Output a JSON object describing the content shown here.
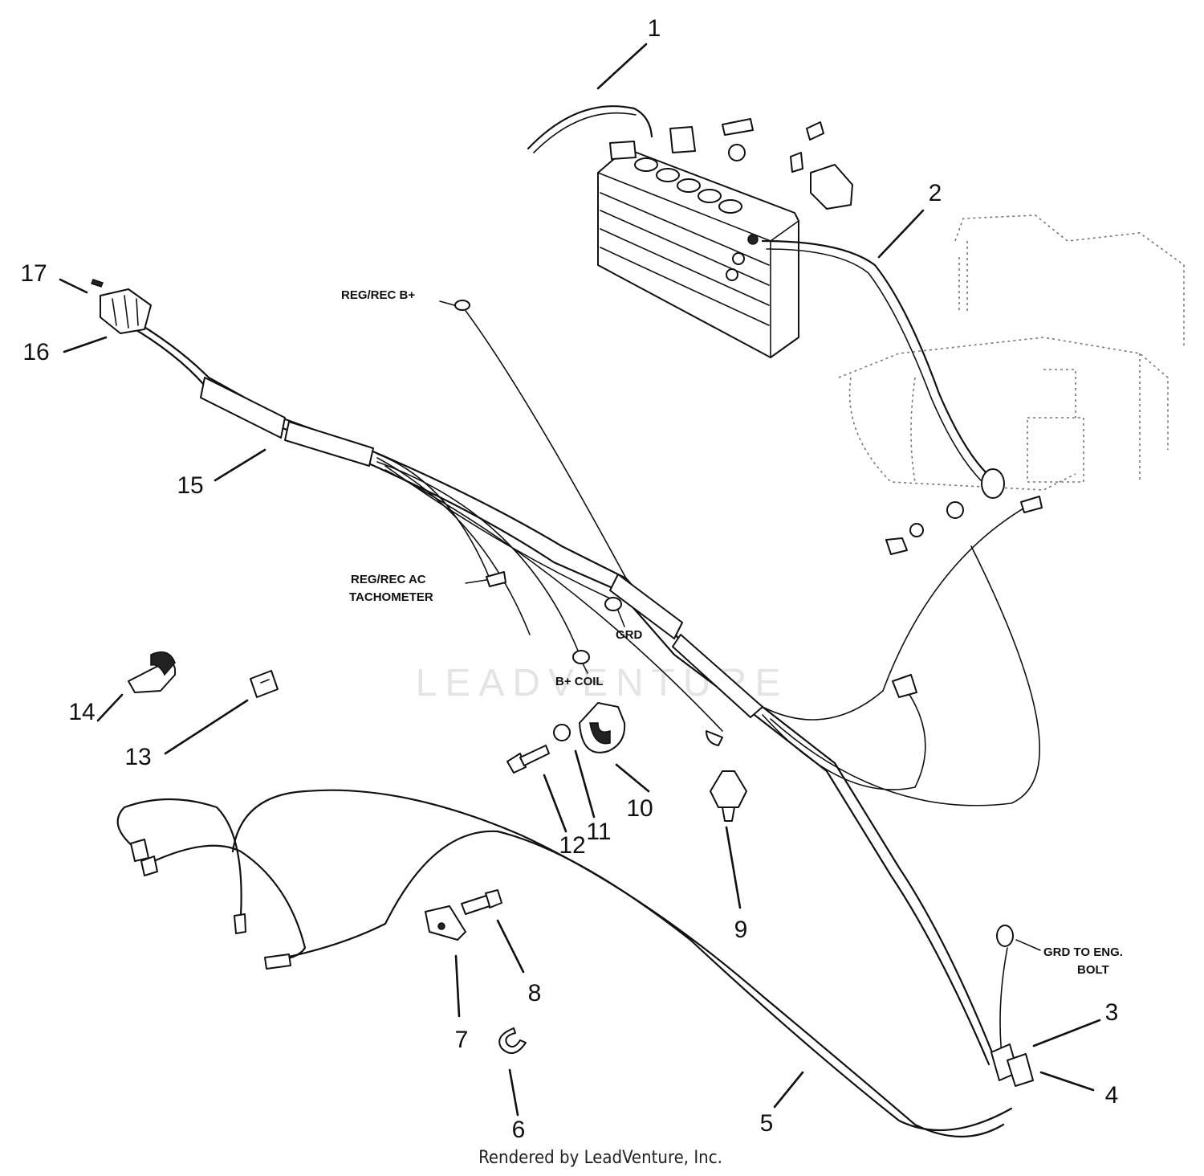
{
  "callouts": {
    "c1": "1",
    "c2": "2",
    "c3": "3",
    "c4": "4",
    "c5": "5",
    "c6": "6",
    "c7": "7",
    "c8": "8",
    "c9": "9",
    "c10": "10",
    "c11": "11",
    "c12": "12",
    "c13": "13",
    "c14": "14",
    "c15": "15",
    "c16": "16",
    "c17": "17"
  },
  "labels": {
    "reg_rec_b_plus": "REG/REC B+",
    "reg_rec_ac": "REG/REC AC",
    "tachometer": "TACHOMETER",
    "grd": "GRD",
    "b_plus_coil": "B+ COIL",
    "grd_to_eng": "GRD TO ENG.",
    "bolt": "BOLT"
  },
  "watermark": "LEADVENTURE",
  "credit": "Rendered by LeadVenture, Inc."
}
